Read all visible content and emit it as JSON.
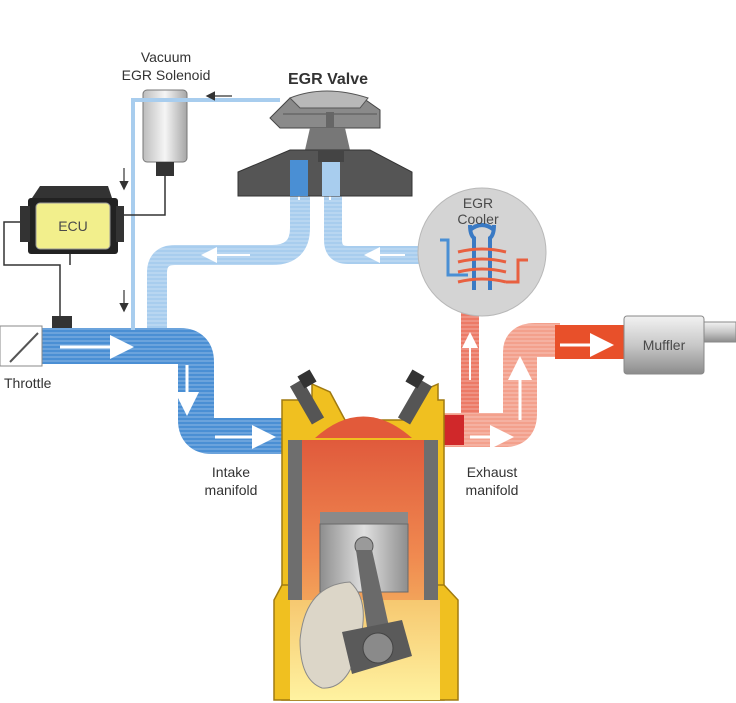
{
  "labels": {
    "vacuum_solenoid_line1": "Vacuum",
    "vacuum_solenoid_line2": "EGR Solenoid",
    "egr_valve": "EGR Valve",
    "egr_cooler_line1": "EGR",
    "egr_cooler_line2": "Cooler",
    "ecu": "ECU",
    "throttle": "Throttle",
    "muffler": "Muffler",
    "intake_line1": "Intake",
    "intake_line2": "manifold",
    "exhaust_line1": "Exhaust",
    "exhaust_line2": "manifold"
  },
  "colors": {
    "intake_blue": "#4a8fd4",
    "intake_light": "#a8cdee",
    "exhaust_red": "#e8503a",
    "exhaust_light": "#f3a08c",
    "cylinder_gold": "#f0c020",
    "ecu_yellow": "#f2ef8c",
    "cooler_gray": "#d2d2d2",
    "metal_gray": "#555555"
  }
}
